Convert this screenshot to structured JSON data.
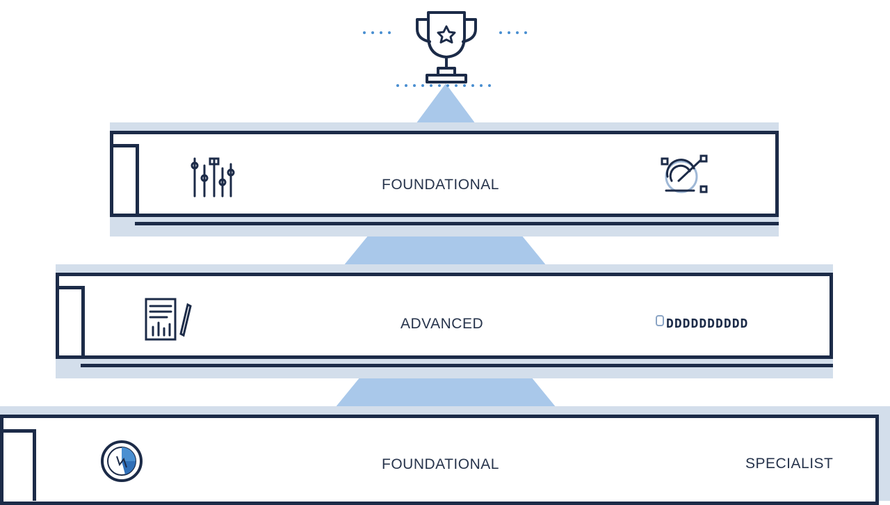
{
  "tiers": [
    {
      "label": "FOUNDATIONAL",
      "left_icon": "tuning-sliders-icon",
      "right_icon": "target-pen-icon"
    },
    {
      "label": "ADVANCED",
      "left_icon": "document-chart-pen-icon",
      "right_icon": "chain-sequence-icon",
      "right_text": "DDDDDDDDDD"
    },
    {
      "label": "FOUNDATIONAL",
      "left_icon": "pie-chart-icon",
      "right_label": "SPECIALIST"
    }
  ],
  "top_icon": "trophy-icon",
  "colors": {
    "navy": "#1c2b48",
    "shadow": "#d3deeb",
    "connector": "#a9c8ea",
    "accent": "#4a8fd1"
  }
}
